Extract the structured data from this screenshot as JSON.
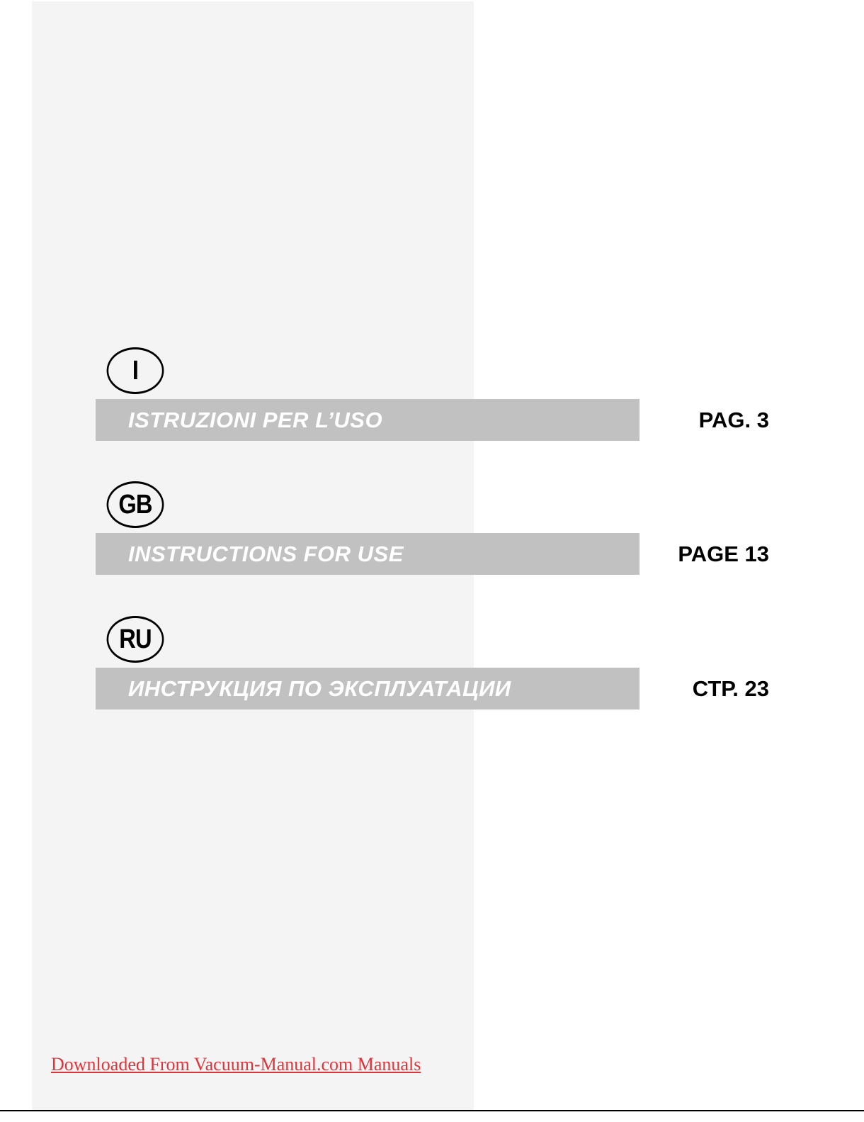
{
  "sections": [
    {
      "badge": "I",
      "title": "ISTRUZIONI PER L’USO",
      "page": "PAG. 3"
    },
    {
      "badge": "GB",
      "title": "INSTRUCTIONS FOR USE",
      "page": "PAGE 13"
    },
    {
      "badge": "RU",
      "title": "ИНСТРУКЦИЯ ПО ЭКСПЛУАТАЦИИ",
      "page": "СТР. 23"
    }
  ],
  "footer": {
    "link_text": "Downloaded From Vacuum-Manual.com Manuals"
  },
  "colors": {
    "panel": "#f4f4f4",
    "bar": "#c1c1c1",
    "bar_text": "#ffffff",
    "link": "#e0343a"
  }
}
